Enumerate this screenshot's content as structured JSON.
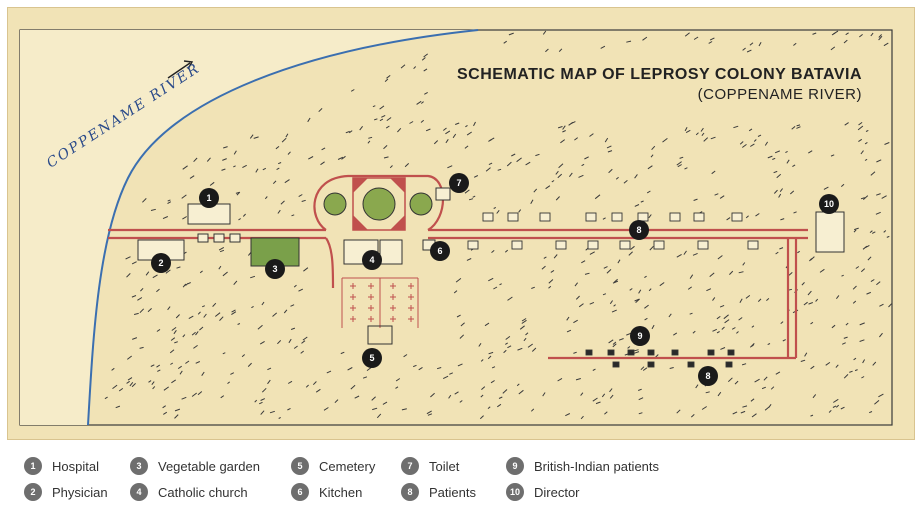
{
  "map": {
    "title": "SCHEMATIC MAP OF LEPROSY COLONY BATAVIA",
    "subtitle": "(COPPENAME RIVER)",
    "river_label": "COPPENAME RIVER",
    "colors": {
      "paper": "#f1e3b6",
      "road": "#c0504d",
      "river": "#3b6fb0",
      "ink": "#2a2a2a",
      "garden": "#7aa04a"
    }
  },
  "markers": [
    {
      "id": "1",
      "label": "1"
    },
    {
      "id": "2",
      "label": "2"
    },
    {
      "id": "3",
      "label": "3"
    },
    {
      "id": "4",
      "label": "4"
    },
    {
      "id": "5",
      "label": "5"
    },
    {
      "id": "6",
      "label": "6"
    },
    {
      "id": "7",
      "label": "7"
    },
    {
      "id": "8a",
      "label": "8"
    },
    {
      "id": "8b",
      "label": "8"
    },
    {
      "id": "9",
      "label": "9"
    },
    {
      "id": "10",
      "label": "10"
    }
  ],
  "legend": [
    {
      "num": "1",
      "label": "Hospital"
    },
    {
      "num": "2",
      "label": "Physician"
    },
    {
      "num": "3",
      "label": "Vegetable garden"
    },
    {
      "num": "4",
      "label": "Catholic church"
    },
    {
      "num": "5",
      "label": "Cemetery"
    },
    {
      "num": "6",
      "label": "Kitchen"
    },
    {
      "num": "7",
      "label": "Toilet"
    },
    {
      "num": "8",
      "label": "Patients"
    },
    {
      "num": "9",
      "label": "British-Indian patients"
    },
    {
      "num": "10",
      "label": "Director"
    }
  ]
}
